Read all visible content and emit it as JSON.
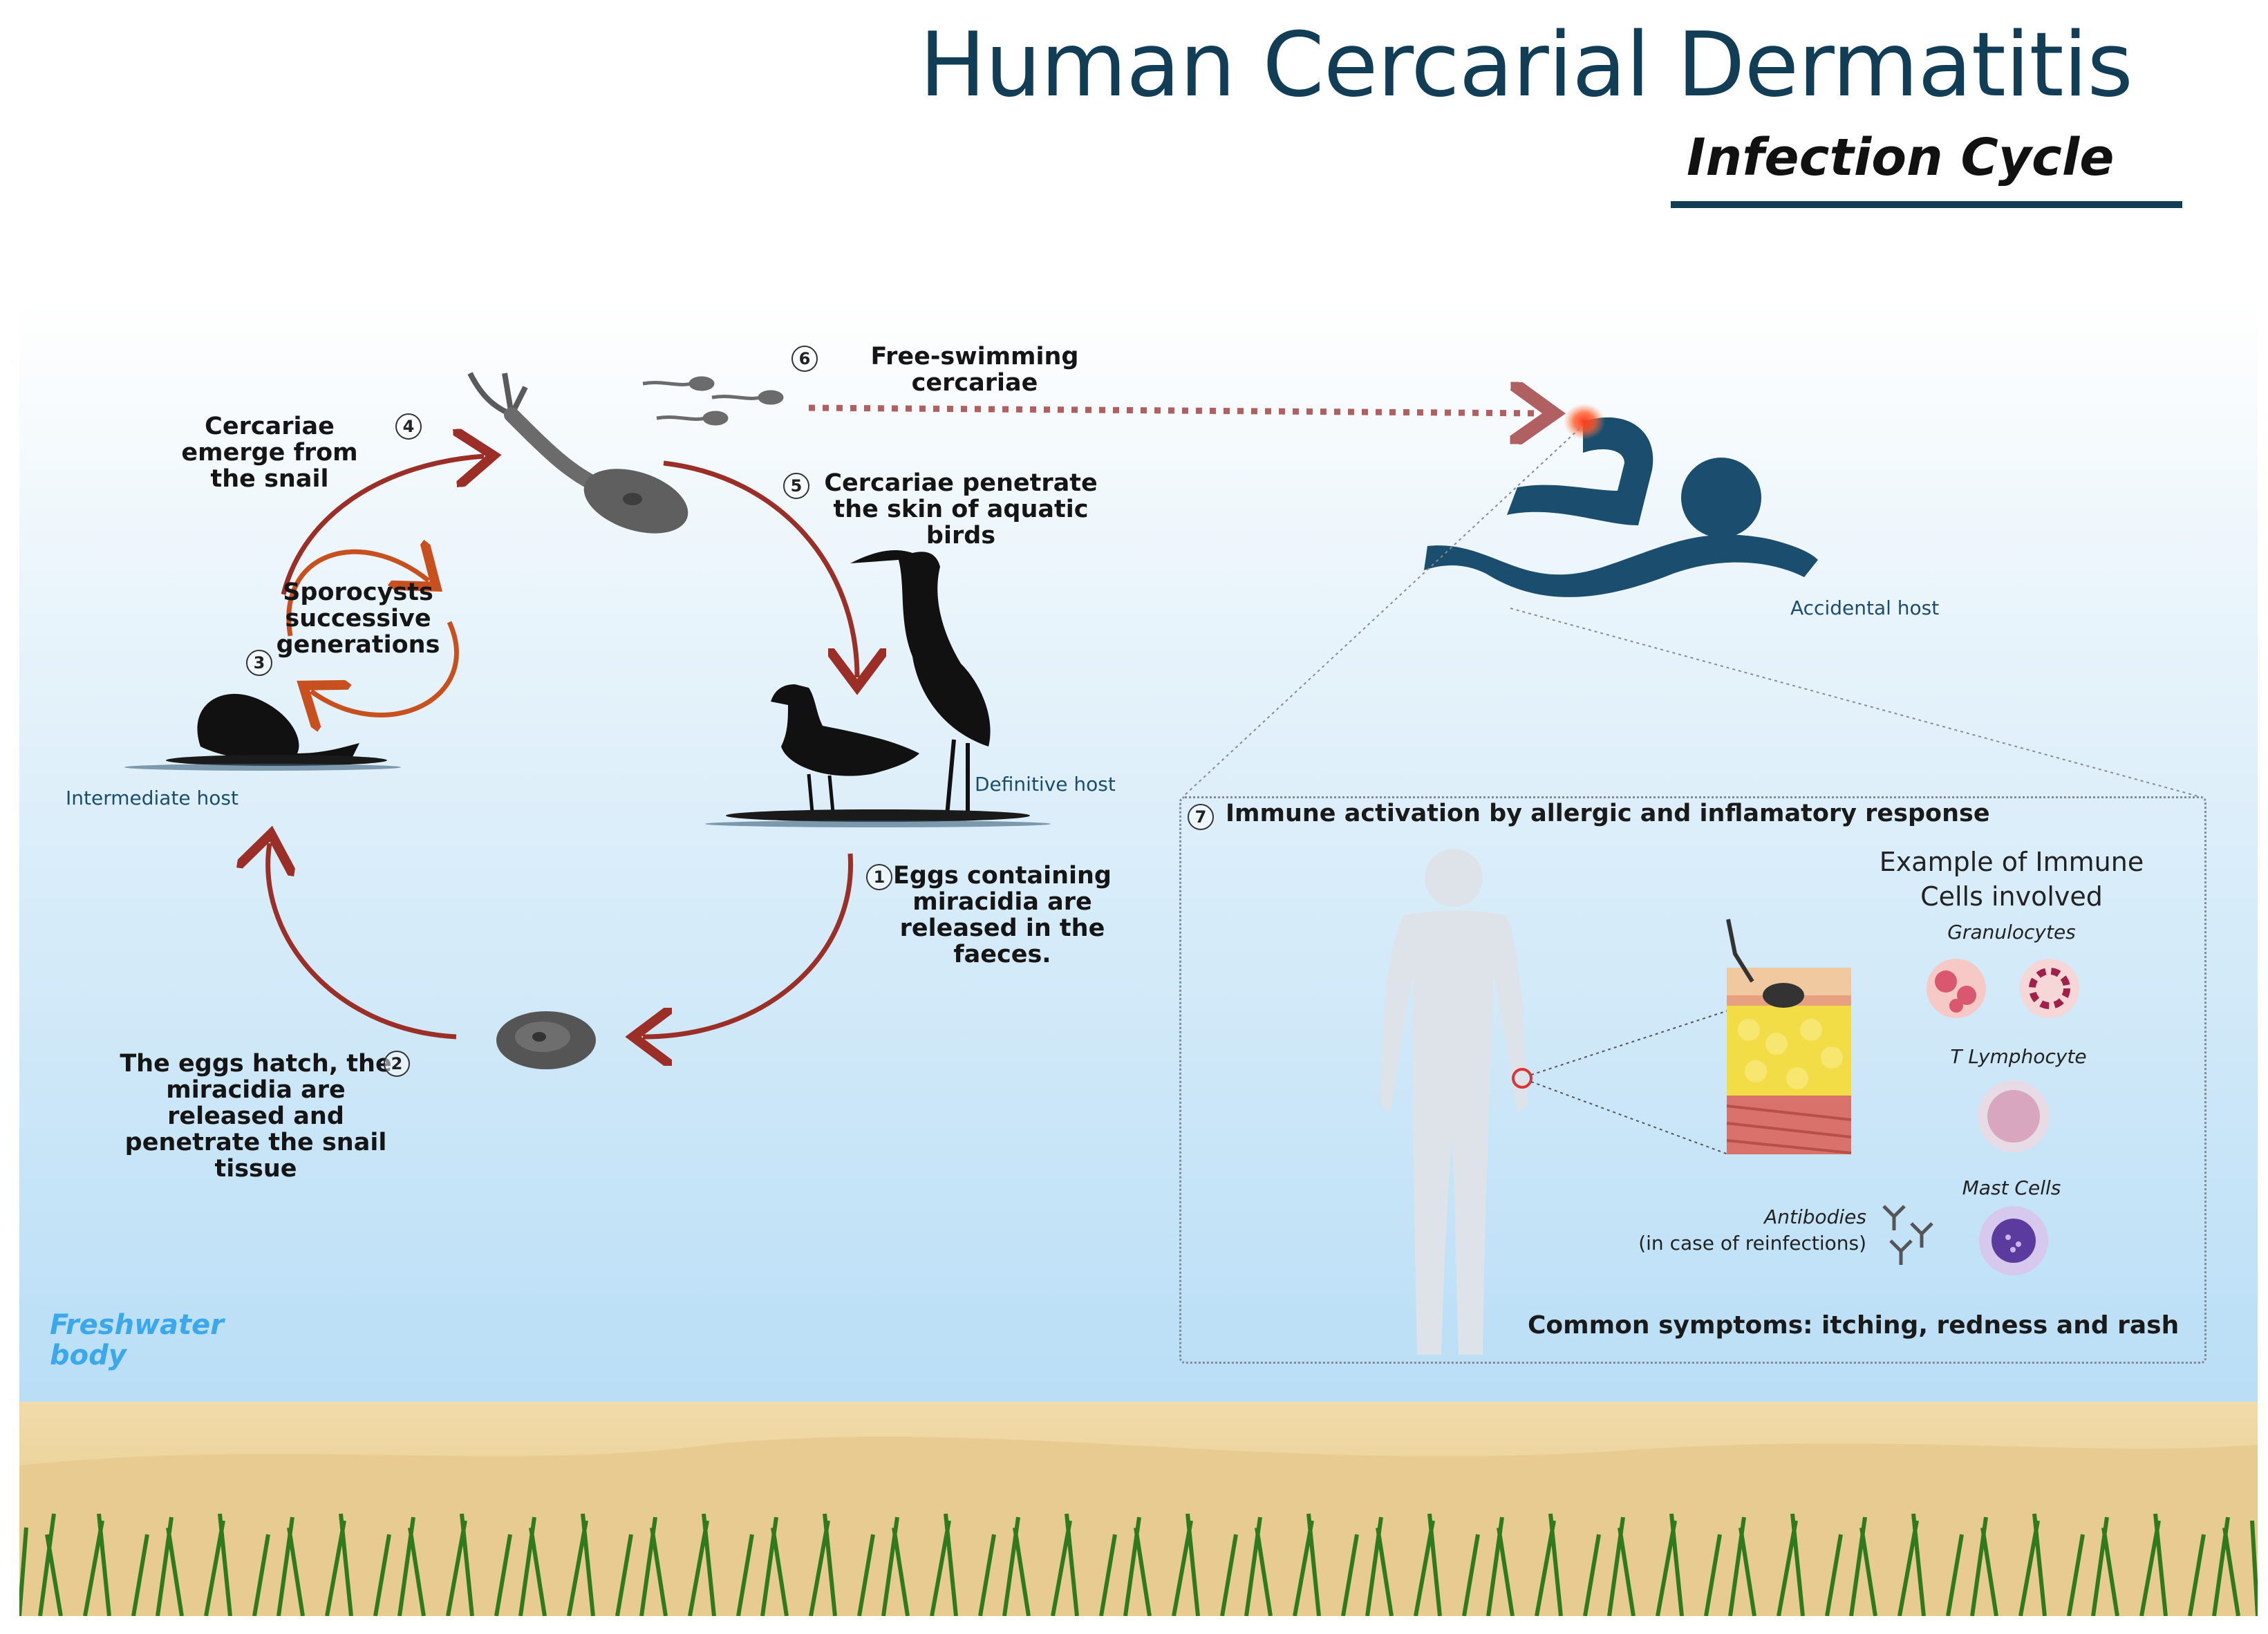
{
  "title": "Human Cercarial Dermatitis",
  "subtitle": "Infection Cycle",
  "steps": {
    "s1": {
      "num": "1",
      "text": "Eggs containing miracidia are released in the faeces."
    },
    "s2": {
      "num": "2",
      "text": "The eggs hatch, the miracidia are released and penetrate the snail tissue"
    },
    "s3": {
      "num": "3",
      "text": "Sporocysts successive generations"
    },
    "s4": {
      "num": "4",
      "text": "Cercariae emerge from the snail"
    },
    "s5": {
      "num": "5",
      "text": "Cercariae penetrate the skin of aquatic birds"
    },
    "s6": {
      "num": "6",
      "text": "Free-swimming cercariae"
    },
    "s7": {
      "num": "7",
      "text": "Immune activation by allergic and inflamatory response"
    }
  },
  "hosts": {
    "intermediate": "Intermediate host",
    "definitive": "Definitive host",
    "accidental": "Accidental host"
  },
  "environment": {
    "label": "Freshwater body"
  },
  "immune_panel": {
    "examples_title": "Example of Immune Cells involved",
    "granulocytes": "Granulocytes",
    "t_lymphocyte": "T Lymphocyte",
    "mast_cells": "Mast Cells",
    "antibodies": "Antibodies",
    "antibodies_note": "(in case of reinfections)",
    "symptoms": "Common symptoms: itching, redness and rash"
  },
  "colors": {
    "title": "#123d57",
    "cycle_arrow": "#9b2f27",
    "sporocyst_arrow": "#c8501e",
    "swimmer": "#1b4d6e",
    "freshwater_label": "#3aa8ea",
    "silhouette": "#111111"
  }
}
